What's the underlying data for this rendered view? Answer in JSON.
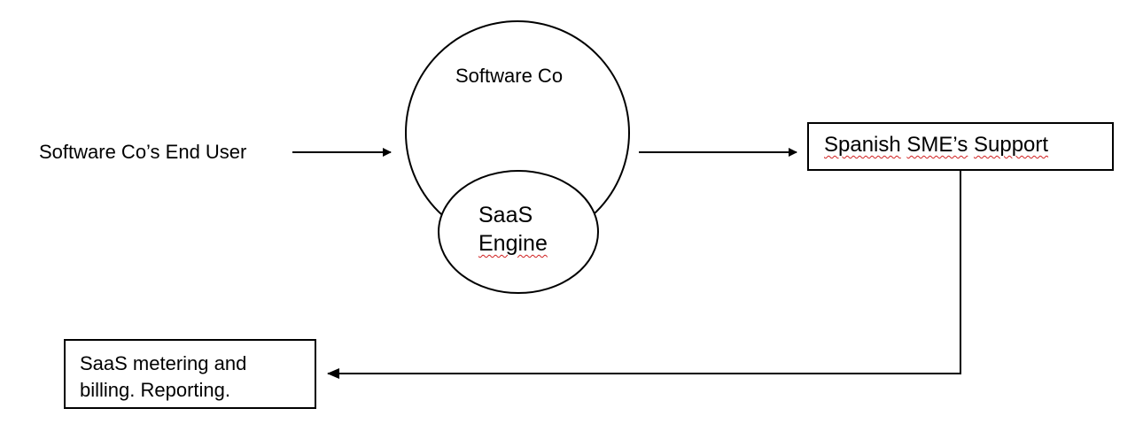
{
  "diagram": {
    "end_user": "Software Co’s End User",
    "software_co": "Software Co",
    "saas_engine": {
      "line1": "SaaS",
      "line2": "Engine"
    },
    "spanish_support": {
      "word1": "Spanish",
      "word2": "SME’s",
      "word3": "Support"
    },
    "billing": {
      "line1": "SaaS metering and",
      "line2": "billing. Reporting."
    }
  },
  "colors": {
    "stroke": "#000000",
    "background": "#ffffff",
    "spellcheck_underline": "#d02020"
  }
}
